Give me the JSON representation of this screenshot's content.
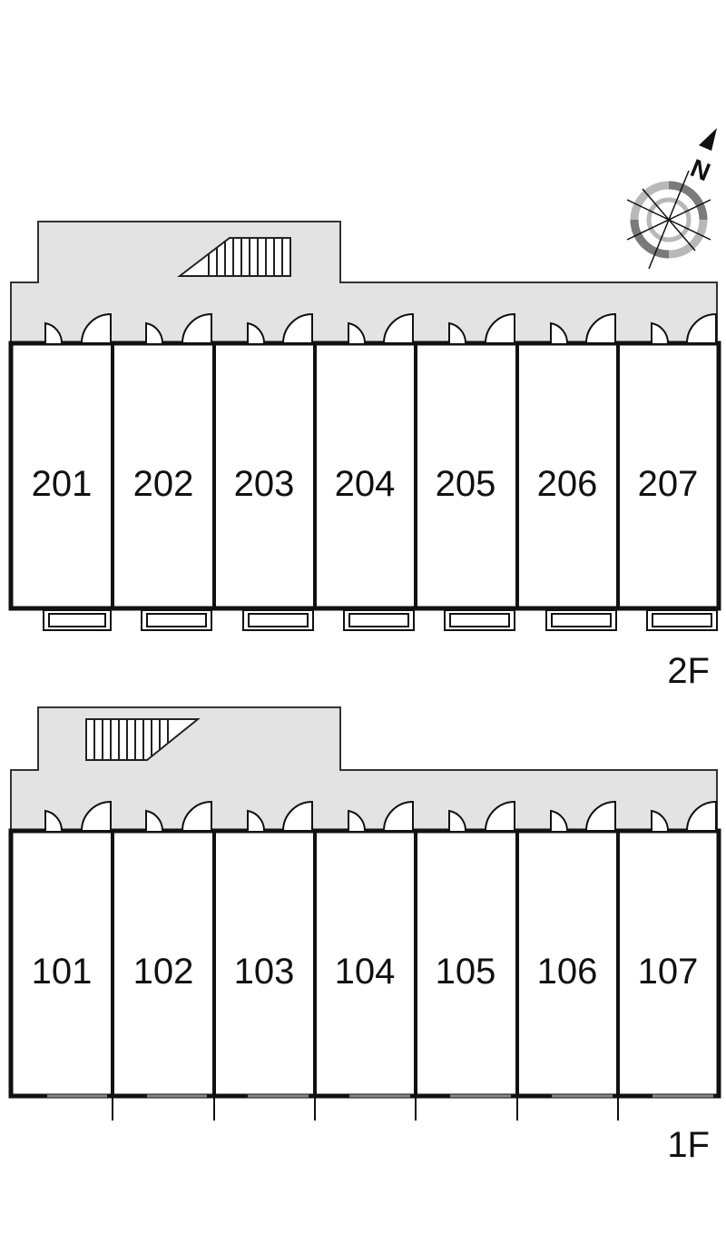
{
  "compass": {
    "north_label": "N"
  },
  "floors": [
    {
      "id": "2F",
      "label": "2F",
      "units": [
        {
          "label": "201"
        },
        {
          "label": "202"
        },
        {
          "label": "203"
        },
        {
          "label": "204"
        },
        {
          "label": "205"
        },
        {
          "label": "206"
        },
        {
          "label": "207"
        }
      ]
    },
    {
      "id": "1F",
      "label": "1F",
      "units": [
        {
          "label": "101"
        },
        {
          "label": "102"
        },
        {
          "label": "103"
        },
        {
          "label": "104"
        },
        {
          "label": "105"
        },
        {
          "label": "106"
        },
        {
          "label": "107"
        }
      ]
    }
  ],
  "colors": {
    "corridor_fill": "#e3e3e3",
    "wall": "#111111",
    "compass_ring_dark": "#777777",
    "compass_ring_light": "#b8b8b8"
  }
}
